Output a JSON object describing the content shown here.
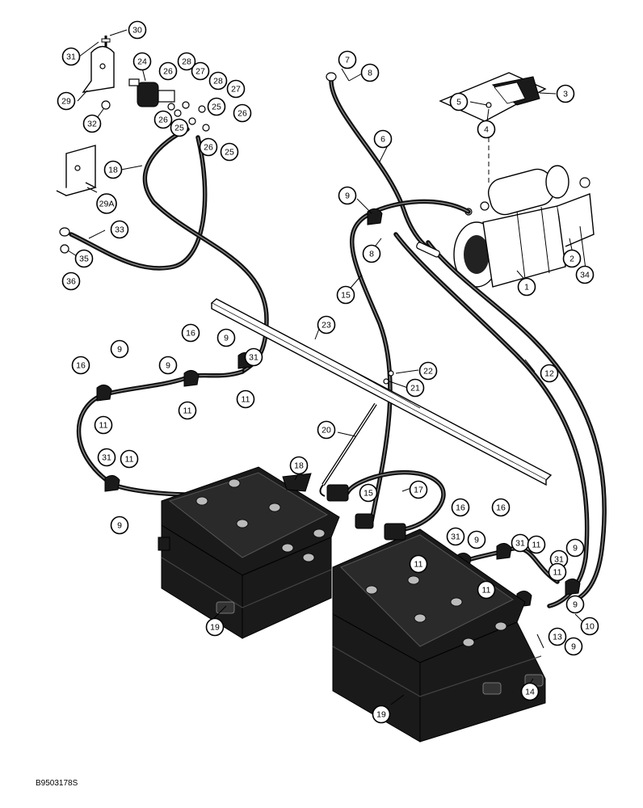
{
  "drawing_code": "B9503178S",
  "callouts": [
    {
      "label": "30"
    },
    {
      "label": "31"
    },
    {
      "label": "24"
    },
    {
      "label": "26"
    },
    {
      "label": "28"
    },
    {
      "label": "27"
    },
    {
      "label": "28"
    },
    {
      "label": "27"
    },
    {
      "label": "29"
    },
    {
      "label": "32"
    },
    {
      "label": "25"
    },
    {
      "label": "26"
    },
    {
      "label": "26"
    },
    {
      "label": "25"
    },
    {
      "label": "26"
    },
    {
      "label": "25"
    },
    {
      "label": "18"
    },
    {
      "label": "29A"
    },
    {
      "label": "33"
    },
    {
      "label": "35"
    },
    {
      "label": "36"
    },
    {
      "label": "7"
    },
    {
      "label": "8"
    },
    {
      "label": "3"
    },
    {
      "label": "5"
    },
    {
      "label": "4"
    },
    {
      "label": "6"
    },
    {
      "label": "9"
    },
    {
      "label": "8"
    },
    {
      "label": "2"
    },
    {
      "label": "34"
    },
    {
      "label": "1"
    },
    {
      "label": "15"
    },
    {
      "label": "23"
    },
    {
      "label": "16"
    },
    {
      "label": "9"
    },
    {
      "label": "9"
    },
    {
      "label": "16"
    },
    {
      "label": "9"
    },
    {
      "label": "31"
    },
    {
      "label": "11"
    },
    {
      "label": "11"
    },
    {
      "label": "11"
    },
    {
      "label": "22"
    },
    {
      "label": "21"
    },
    {
      "label": "12"
    },
    {
      "label": "20"
    },
    {
      "label": "31"
    },
    {
      "label": "11"
    },
    {
      "label": "18"
    },
    {
      "label": "17"
    },
    {
      "label": "9"
    },
    {
      "label": "15"
    },
    {
      "label": "16"
    },
    {
      "label": "16"
    },
    {
      "label": "31"
    },
    {
      "label": "9"
    },
    {
      "label": "31"
    },
    {
      "label": "9"
    },
    {
      "label": "11"
    },
    {
      "label": "11"
    },
    {
      "label": "31"
    },
    {
      "label": "11"
    },
    {
      "label": "11"
    },
    {
      "label": "9"
    },
    {
      "label": "10"
    },
    {
      "label": "13"
    },
    {
      "label": "9"
    },
    {
      "label": "19"
    },
    {
      "label": "14"
    },
    {
      "label": "19"
    }
  ]
}
